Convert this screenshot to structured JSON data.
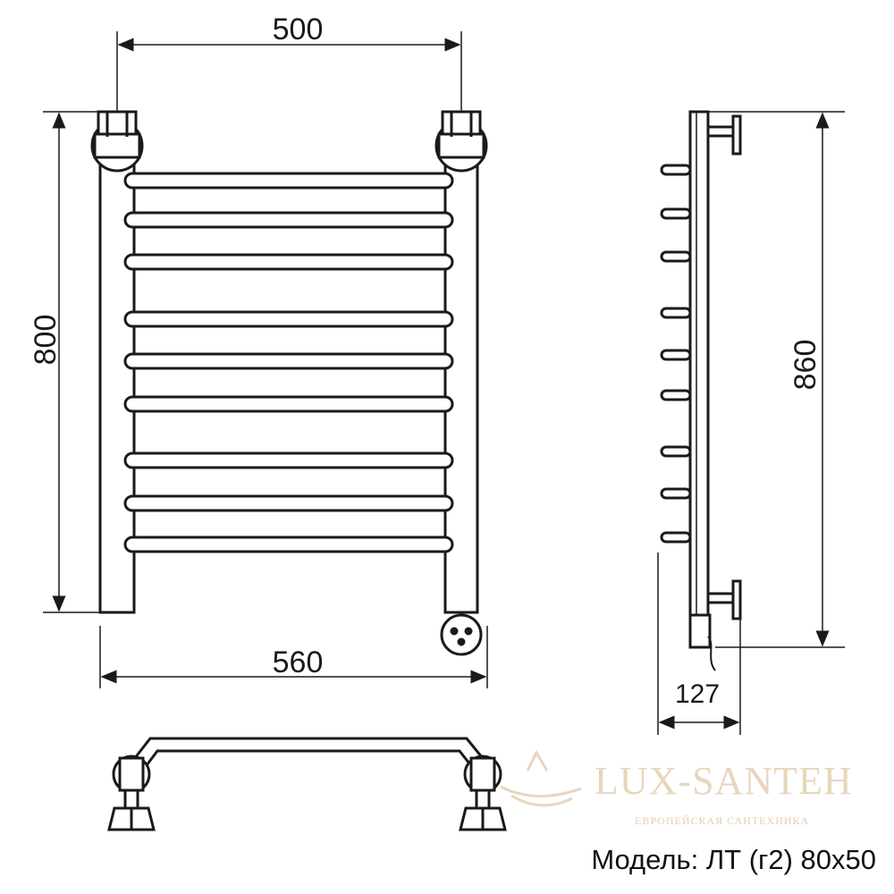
{
  "dimensions": {
    "width_top": "500",
    "height_left": "800",
    "width_bottom": "560",
    "height_side": "860",
    "depth_side": "127"
  },
  "front_view": {
    "rung_count": 9
  },
  "side_view": {
    "rung_count": 9
  },
  "watermark": {
    "brand": "LUX-SANTEH",
    "tagline": "ЕВРОПЕЙСКАЯ САНТЕХНИКА",
    "color": "#e8d6bd"
  },
  "model_caption": "Модель: ЛТ (г2) 80x50",
  "colors": {
    "line": "#1a1a1a",
    "background": "#ffffff"
  }
}
